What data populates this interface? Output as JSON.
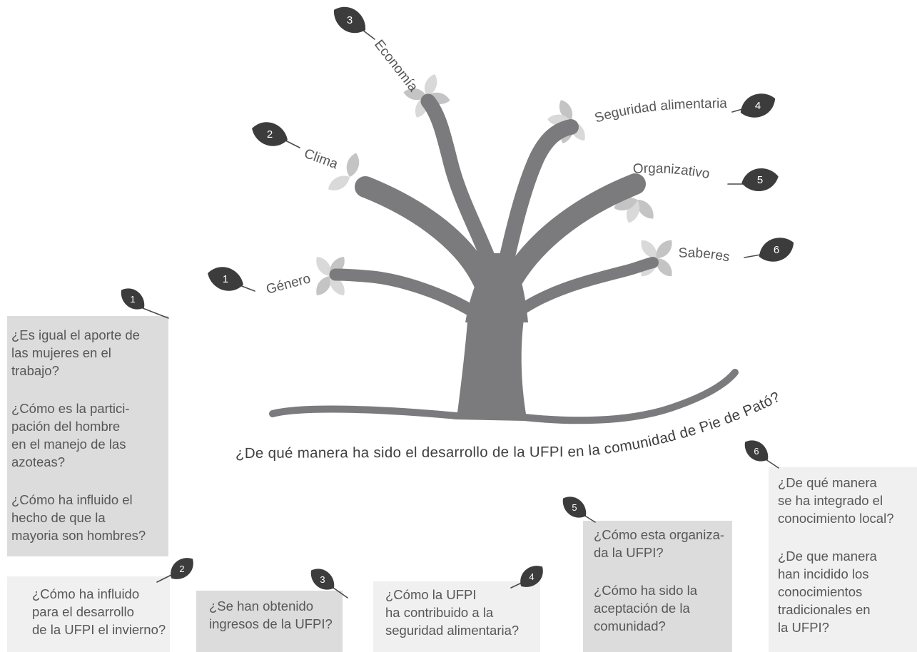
{
  "branches": [
    {
      "number": "1",
      "label": "Género"
    },
    {
      "number": "2",
      "label": "Clima"
    },
    {
      "number": "3",
      "label": "Economía"
    },
    {
      "number": "4",
      "label": "Seguridad alimentaria"
    },
    {
      "number": "5",
      "label": "Organizativo"
    },
    {
      "number": "6",
      "label": "Saberes"
    }
  ],
  "central_question": "¿De qué manera ha sido el desarrollo de la UFPI en la comunidad de Pie de Pató?",
  "question_boxes": [
    {
      "number": "1",
      "paragraphs": [
        [
          "¿Es igual el aporte de",
          "las mujeres en el",
          "trabajo?"
        ],
        [
          "¿Cómo es la partici-",
          "pación del hombre",
          "en el manejo de las",
          "azoteas?"
        ],
        [
          "¿Cómo ha influido el",
          "hecho de que la",
          "mayoria son hombres?"
        ]
      ]
    },
    {
      "number": "2",
      "paragraphs": [
        [
          "¿Cómo ha influido",
          "para el desarrollo",
          "de la UFPI el invierno?"
        ]
      ]
    },
    {
      "number": "3",
      "paragraphs": [
        [
          "¿Se han obtenido",
          "ingresos de la UFPI?"
        ]
      ]
    },
    {
      "number": "4",
      "paragraphs": [
        [
          "¿Cómo la UFPI",
          "ha contribuido a la",
          "seguridad alimentaria?"
        ]
      ]
    },
    {
      "number": "5",
      "paragraphs": [
        [
          "¿Cómo esta organiza-",
          "da la UFPI?"
        ],
        [
          "¿Cómo ha sido la",
          "aceptación de la",
          "comunidad?"
        ]
      ]
    },
    {
      "number": "6",
      "paragraphs": [
        [
          "¿De qué manera",
          "se ha integrado el",
          "conocimiento local?"
        ],
        [
          "¿De que manera",
          "han incidido los",
          "conocimientos",
          "tradicionales en",
          "la UFPI?"
        ]
      ]
    }
  ],
  "colors": {
    "tree": "#7b7b7d",
    "leaf_badge": "#3c3c3c",
    "petal_dark": "#c4c4c4",
    "petal_light": "#d9d9d9",
    "box_dark": "#dcdcdc",
    "box_light": "#f0f0f0",
    "text": "#575757"
  }
}
